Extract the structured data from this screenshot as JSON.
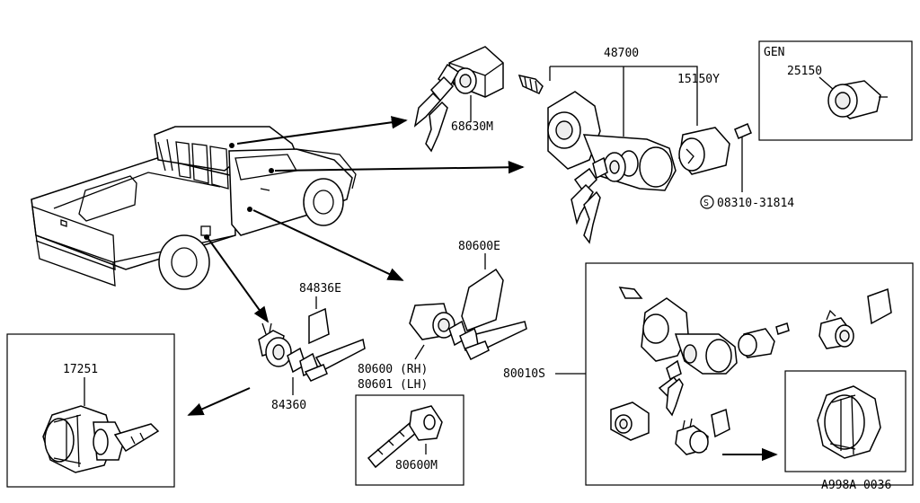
{
  "labels": {
    "p68630m": "68630M",
    "p48700": "48700",
    "p15150y": "15150Y",
    "p25150": "25150",
    "gen": "GEN",
    "p08310": "08310-31814",
    "screw_mark": "S",
    "p80600e": "80600E",
    "p84836e": "84836E",
    "p80600rh": "80600 (RH)",
    "p80601lh": "80601 (LH)",
    "p80010s": "80010S",
    "p84360": "84360",
    "p17251": "17251",
    "p80600m": "80600M",
    "ref_code": "A998A 0036"
  }
}
